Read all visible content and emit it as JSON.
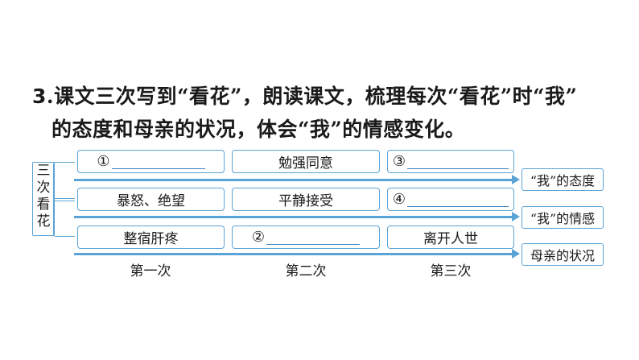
{
  "question": {
    "number": "3",
    "line1": ".课文三次写到“看花”，朗读课文，梳理每次“看花”时“我”",
    "line2": "的态度和母亲的状况，体会“我”的情感变化。"
  },
  "side_label": [
    "三",
    "次",
    "看",
    "花"
  ],
  "rows": [
    {
      "cells": [
        {
          "marker": "①",
          "text": ""
        },
        {
          "marker": "",
          "text": "勉强同意"
        },
        {
          "marker": "③",
          "text": ""
        }
      ],
      "label": "“我”的态度"
    },
    {
      "cells": [
        {
          "marker": "",
          "text": "暴怒、绝望"
        },
        {
          "marker": "",
          "text": "平静接受"
        },
        {
          "marker": "④",
          "text": ""
        }
      ],
      "label": "“我”的情感"
    },
    {
      "cells": [
        {
          "marker": "",
          "text": "整宿肝疼"
        },
        {
          "marker": "②",
          "text": ""
        },
        {
          "marker": "",
          "text": "离开人世"
        }
      ],
      "label": "母亲的状况"
    }
  ],
  "columns": [
    "第一次",
    "第二次",
    "第三次"
  ],
  "colors": {
    "line": "#5aa3d6",
    "blank": "#3d82c4"
  }
}
